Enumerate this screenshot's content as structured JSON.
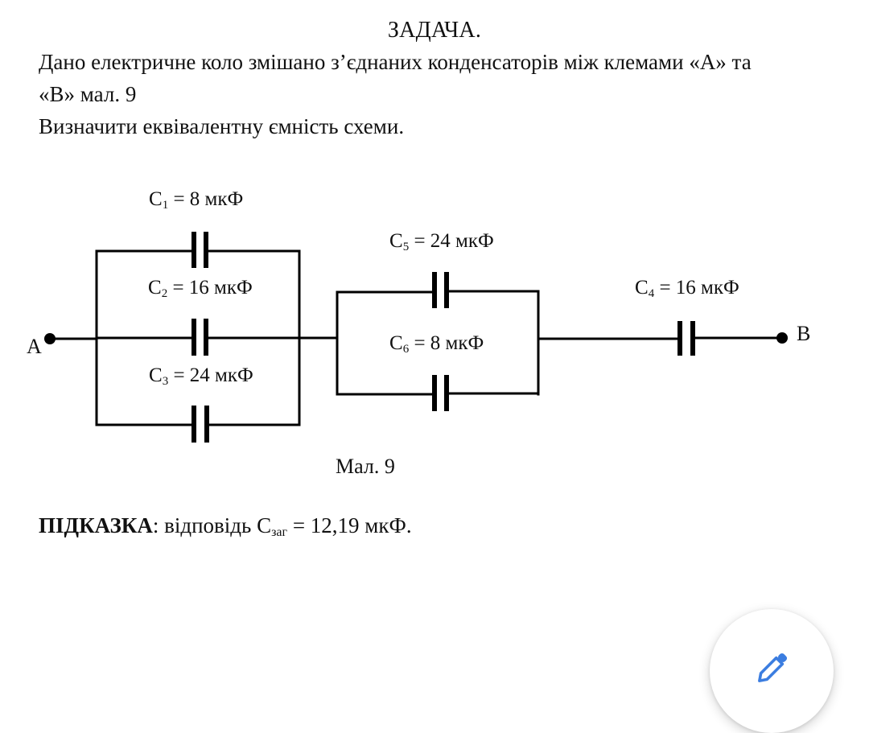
{
  "document": {
    "title": "ЗАДАЧА.",
    "paragraph_line1": "Дано електричне коло змішано з’єднаних конденсаторів між клемами «А» та",
    "paragraph_line2": "«В» мал. 9",
    "paragraph_line3": "Визначити еквівалентну ємність схеми."
  },
  "circuit": {
    "terminal_a": "A",
    "terminal_b": "B",
    "capacitors": [
      {
        "symbol": "C",
        "index": "1",
        "value": "= 8 мкФ"
      },
      {
        "symbol": "C",
        "index": "2",
        "value": "= 16 мкФ"
      },
      {
        "symbol": "C",
        "index": "3",
        "value": "= 24 мкФ"
      },
      {
        "symbol": "C",
        "index": "4",
        "value": "= 16 мкФ"
      },
      {
        "symbol": "C",
        "index": "5",
        "value": "= 24 мкФ"
      },
      {
        "symbol": "C",
        "index": "6",
        "value": "= 8 мкФ"
      }
    ],
    "caption": "Мал. 9"
  },
  "hint": {
    "label": "ПІДКАЗКА",
    "text_before": ": відповідь C",
    "subscript": "заг",
    "text_after": " = 12,19 мкФ."
  },
  "fab": {
    "icon": "pencil-icon",
    "color": "#3b7de0"
  }
}
